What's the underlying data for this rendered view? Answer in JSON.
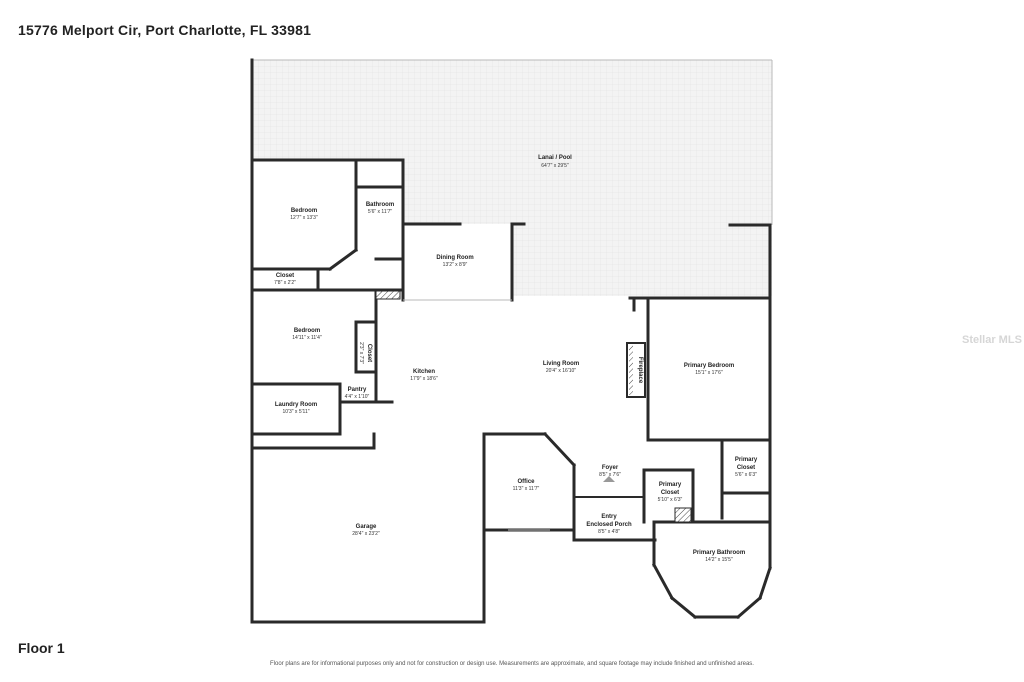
{
  "header": {
    "address": "15776 Melport Cir, Port Charlotte, FL 33981"
  },
  "footer": {
    "floor_label": "Floor 1",
    "disclaimer": "Floor plans are for informational purposes only and not for construction or design use. Measurements are approximate, and square footage may include finished and unfinished areas."
  },
  "watermark": "Stellar MLS",
  "rooms": {
    "lanai": {
      "name": "Lanai / Pool",
      "dims": "64'7\" x 29'5\""
    },
    "bedroom1": {
      "name": "Bedroom",
      "dims": "12'7\" x 13'3\""
    },
    "bathroom": {
      "name": "Bathroom",
      "dims": "5'6\" x 11'7\""
    },
    "dining": {
      "name": "Dining Room",
      "dims": "13'2\" x 8'9\""
    },
    "closet1": {
      "name": "Closet",
      "dims": "7'8\" x 2'2\""
    },
    "bedroom2": {
      "name": "Bedroom",
      "dims": "14'11\" x 11'4\""
    },
    "closet2": {
      "name": "Closet",
      "dims": "2'3\" x 7'3\""
    },
    "kitchen": {
      "name": "Kitchen",
      "dims": "17'9\" x 18'6\""
    },
    "living": {
      "name": "Living Room",
      "dims": "20'4\" x 16'10\""
    },
    "fireplace": {
      "name": "Fireplace"
    },
    "primary_bedroom": {
      "name": "Primary Bedroom",
      "dims": "15'1\" x 17'6\""
    },
    "pantry": {
      "name": "Pantry",
      "dims": "4'4\" x 1'10\""
    },
    "laundry": {
      "name": "Laundry Room",
      "dims": "10'3\" x 5'11\""
    },
    "primary_closet_right_1": {
      "name": "Primary",
      "dims": "5'6\" x 6'3\""
    },
    "primary_closet_right_2": {
      "name": "Closet"
    },
    "foyer": {
      "name": "Foyer",
      "dims": "8'5\" x 7'6\""
    },
    "office": {
      "name": "Office",
      "dims": "11'3\" x 11'7\""
    },
    "primary_closet_mid_1": {
      "name": "Primary"
    },
    "primary_closet_mid_2": {
      "name": "Closet",
      "dims": "5'10\" x 6'3\""
    },
    "entry_1": {
      "name": "Entry"
    },
    "entry_2": {
      "name": "Enclosed Porch",
      "dims": "8'5\" x 4'8\""
    },
    "garage": {
      "name": "Garage",
      "dims": "28'4\" x 23'2\""
    },
    "primary_bathroom": {
      "name": "Primary Bathroom",
      "dims": "14'2\" x 15'5\""
    }
  }
}
